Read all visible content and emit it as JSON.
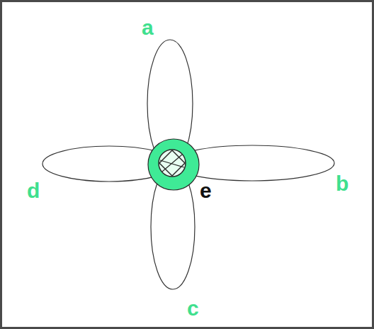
{
  "diagram": {
    "labels": [
      "a",
      "d",
      "b",
      "e",
      "c"
    ]
  }
}
